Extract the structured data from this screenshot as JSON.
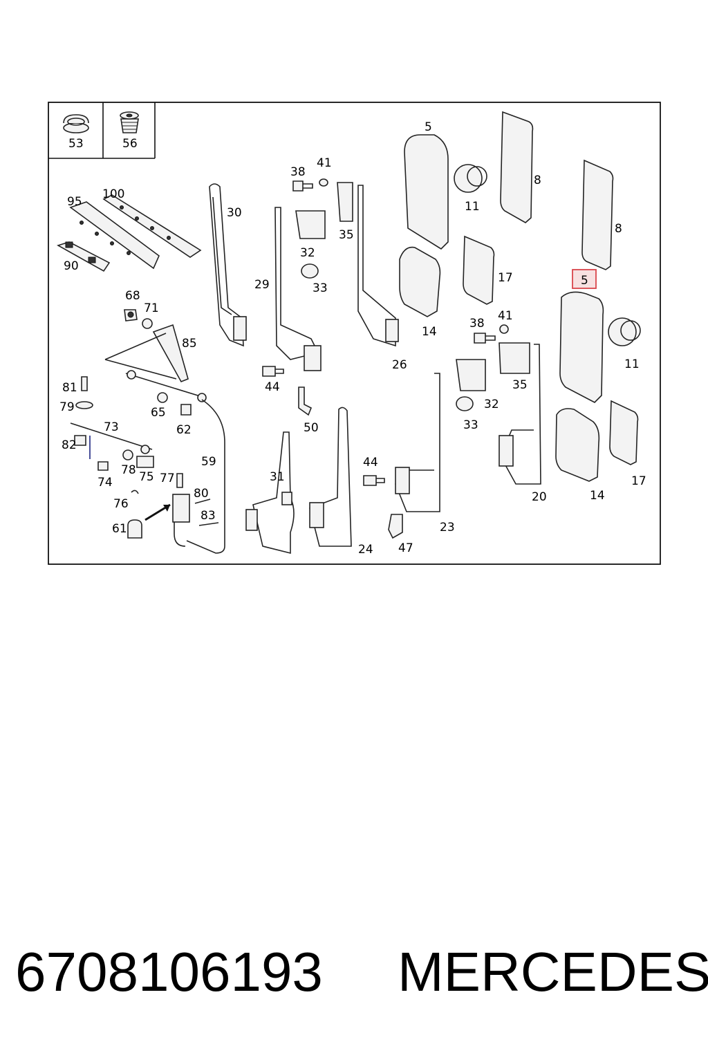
{
  "inset_labels": [
    "53",
    "56"
  ],
  "callouts": [
    {
      "id": "c95",
      "text": "95"
    },
    {
      "id": "c100",
      "text": "100"
    },
    {
      "id": "c90",
      "text": "90"
    },
    {
      "id": "c68",
      "text": "68"
    },
    {
      "id": "c71",
      "text": "71"
    },
    {
      "id": "c85",
      "text": "85"
    },
    {
      "id": "c81",
      "text": "81"
    },
    {
      "id": "c79",
      "text": "79"
    },
    {
      "id": "c65",
      "text": "65"
    },
    {
      "id": "c62",
      "text": "62"
    },
    {
      "id": "c73",
      "text": "73"
    },
    {
      "id": "c82",
      "text": "82"
    },
    {
      "id": "c78",
      "text": "78"
    },
    {
      "id": "c75",
      "text": "75"
    },
    {
      "id": "c74",
      "text": "74"
    },
    {
      "id": "c77",
      "text": "77"
    },
    {
      "id": "c76",
      "text": "76"
    },
    {
      "id": "c80",
      "text": "80"
    },
    {
      "id": "c83",
      "text": "83"
    },
    {
      "id": "c61",
      "text": "61"
    },
    {
      "id": "c59",
      "text": "59"
    },
    {
      "id": "c30",
      "text": "30"
    },
    {
      "id": "c29",
      "text": "29"
    },
    {
      "id": "c44a",
      "text": "44"
    },
    {
      "id": "c50",
      "text": "50"
    },
    {
      "id": "c31",
      "text": "31"
    },
    {
      "id": "c24",
      "text": "24"
    },
    {
      "id": "c38a",
      "text": "38"
    },
    {
      "id": "c41a",
      "text": "41"
    },
    {
      "id": "c35a",
      "text": "35"
    },
    {
      "id": "c32a",
      "text": "32"
    },
    {
      "id": "c33a",
      "text": "33"
    },
    {
      "id": "c26",
      "text": "26"
    },
    {
      "id": "c44b",
      "text": "44"
    },
    {
      "id": "c23",
      "text": "23"
    },
    {
      "id": "c47",
      "text": "47"
    },
    {
      "id": "c5a",
      "text": "5"
    },
    {
      "id": "c11a",
      "text": "11"
    },
    {
      "id": "c8a",
      "text": "8"
    },
    {
      "id": "c8b",
      "text": "8"
    },
    {
      "id": "c17a",
      "text": "17"
    },
    {
      "id": "c14a",
      "text": "14"
    },
    {
      "id": "c38b",
      "text": "38"
    },
    {
      "id": "c41b",
      "text": "41"
    },
    {
      "id": "c35b",
      "text": "35"
    },
    {
      "id": "c32b",
      "text": "32"
    },
    {
      "id": "c33b",
      "text": "33"
    },
    {
      "id": "c20",
      "text": "20"
    },
    {
      "id": "c11b",
      "text": "11"
    },
    {
      "id": "c14b",
      "text": "14"
    },
    {
      "id": "c17b",
      "text": "17"
    }
  ],
  "highlighted_callout": "5",
  "colors": {
    "highlight_border": "#d9454a",
    "highlight_fill": "#f7e1e1",
    "highlight_text": "#555555",
    "line": "#222222"
  },
  "caption": {
    "part_number": "6708106193",
    "brand": "MERCEDES"
  }
}
